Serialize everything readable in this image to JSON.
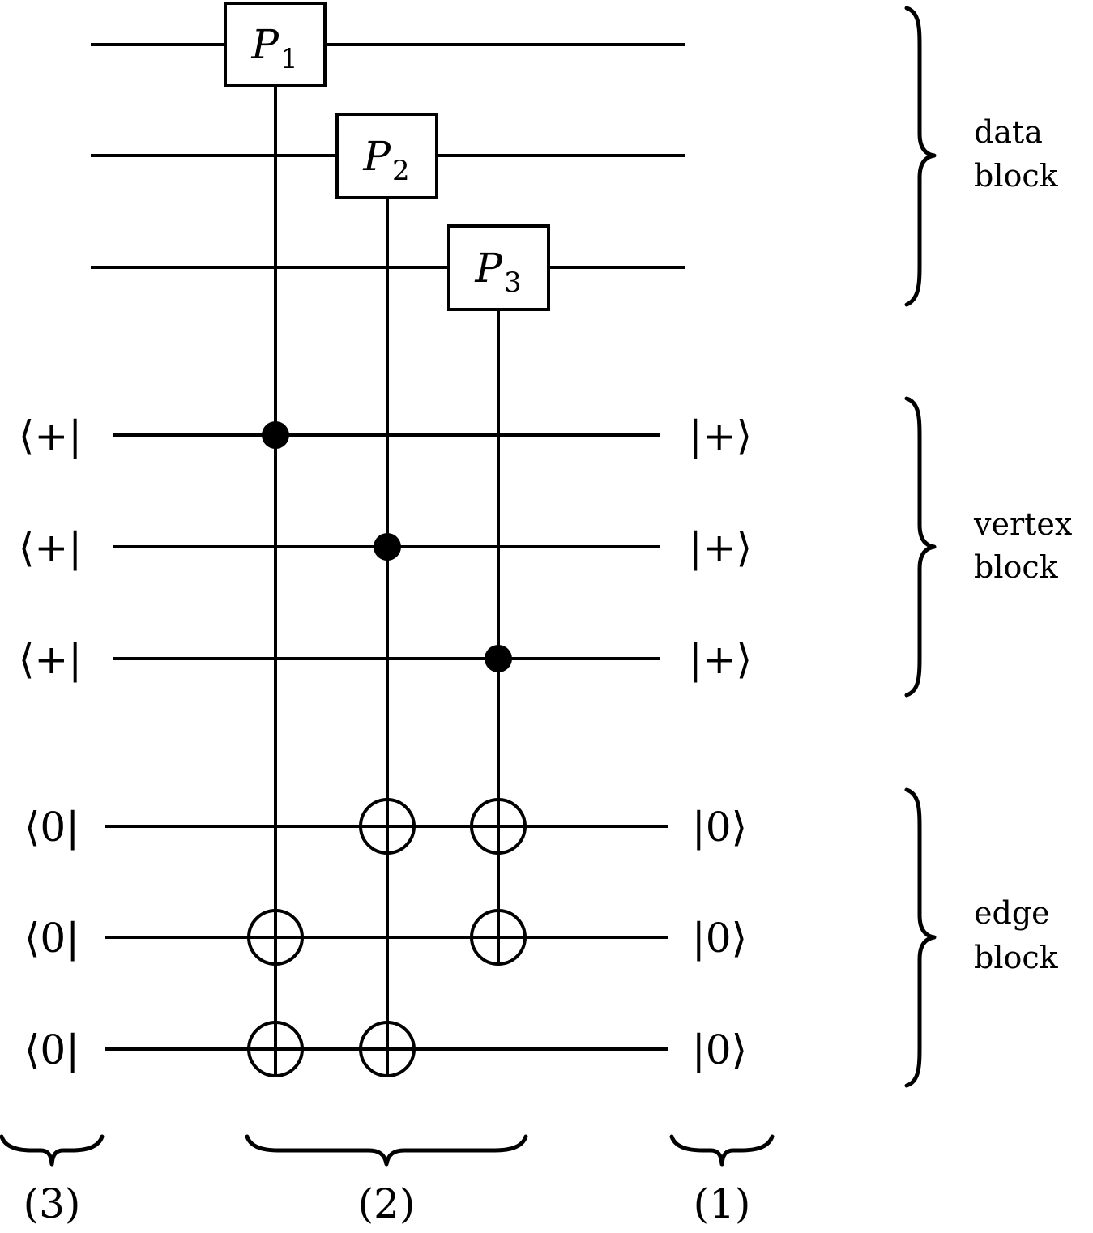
{
  "gates": [
    {
      "letter": "P",
      "sub": "1"
    },
    {
      "letter": "P",
      "sub": "2"
    },
    {
      "letter": "P",
      "sub": "3"
    }
  ],
  "inputs": {
    "vertex": [
      "⟨+|",
      "⟨+|",
      "⟨+|"
    ],
    "edge": [
      "⟨0|",
      "⟨0|",
      "⟨0|"
    ]
  },
  "outputs": {
    "vertex": [
      "|+⟩",
      "|+⟩",
      "|+⟩"
    ],
    "edge": [
      "|0⟩",
      "|0⟩",
      "|0⟩"
    ]
  },
  "blocks": [
    {
      "line1": "data",
      "line2": "block"
    },
    {
      "line1": "vertex",
      "line2": "block"
    },
    {
      "line1": "edge",
      "line2": "block"
    }
  ],
  "stages": [
    "(3)",
    "(2)",
    "(1)"
  ]
}
